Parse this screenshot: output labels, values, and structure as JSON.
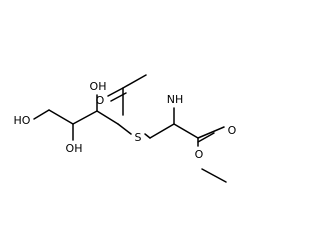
{
  "molecule": {
    "labels": {
      "nh": "NH",
      "o_acetyl": "O",
      "s": "S",
      "o_carbonyl": "O",
      "o_ester": "O",
      "oh_c2": "OH",
      "oh_c3": "OH",
      "oh_c4": "HO"
    }
  }
}
